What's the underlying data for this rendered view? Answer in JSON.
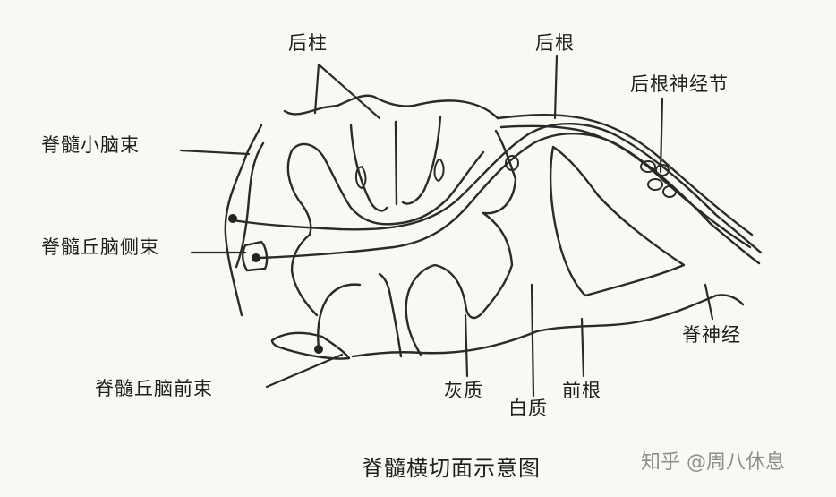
{
  "labels": {
    "posterior_column": "后柱",
    "dorsal_root": "后根",
    "dorsal_root_ganglion": "后根神经节",
    "spinocerebellar_tract": "脊髓小脑束",
    "lateral_spinothalamic_tract": "脊髓丘脑侧束",
    "spinal_nerve": "脊神经",
    "anterior_spinothalamic_tract": "脊髓丘脑前束",
    "gray_matter": "灰质",
    "white_matter": "白质",
    "ventral_root": "前根"
  },
  "caption": "脊髓横切面示意图",
  "watermark": "知乎 @周八休息"
}
